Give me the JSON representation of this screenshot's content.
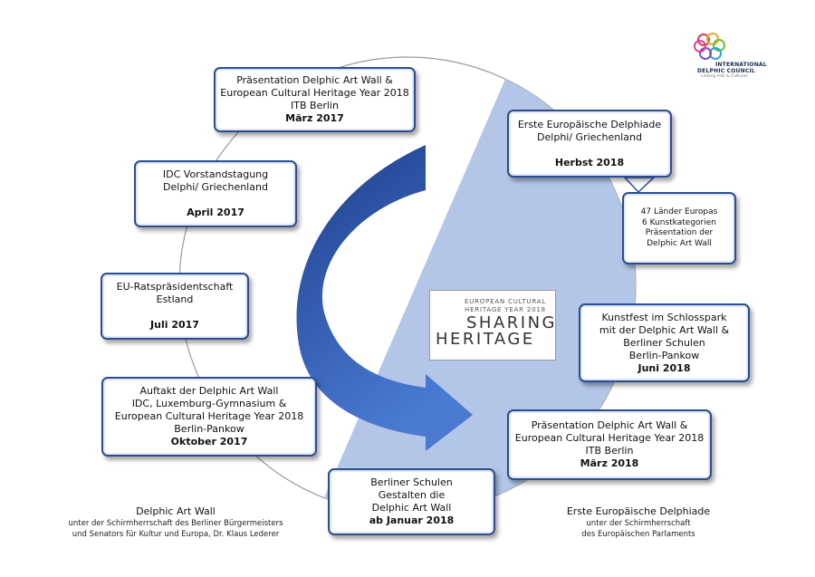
{
  "colors": {
    "circle": "#9a9a9a",
    "wedge": "#b3c6e8",
    "arrow_dark": "#1f3f8c",
    "arrow_light": "#4a7ad2",
    "box_border": "#2c4c90"
  },
  "logo": {
    "icon": "idc-rings-logo",
    "line1": "INTERNATIONAL",
    "line2": "DELPHIC COUNCIL",
    "tagline": "Linking Arts & Cultures"
  },
  "center_logo": {
    "line1": "EUROPEAN CULTURAL",
    "line2": "HERITAGE YEAR 2018",
    "line3": "SHARING",
    "line4": "HERITAGE"
  },
  "boxes": [
    {
      "lines": [
        "Präsentation Delphic Art Wall &",
        "European Cultural Heritage Year 2018",
        "ITB Berlin"
      ],
      "date": "März 2017"
    },
    {
      "lines": [
        "IDC Vorstandstagung",
        "Delphi/ Griechenland"
      ],
      "date": "April 2017"
    },
    {
      "lines": [
        "EU-Ratspräsidentschaft",
        "Estland"
      ],
      "date": "Juli 2017"
    },
    {
      "lines": [
        "Auftakt der Delphic Art Wall",
        "IDC, Luxemburg-Gymnasium &",
        "European Cultural Heritage Year 2018",
        "Berlin-Pankow"
      ],
      "date": "Oktober 2017"
    },
    {
      "lines": [
        "Berliner Schulen",
        "Gestalten die",
        "Delphic Art Wall"
      ],
      "date": "ab Januar 2018"
    },
    {
      "lines": [
        "Präsentation Delphic Art Wall &",
        "European Cultural Heritage Year 2018",
        "ITB Berlin"
      ],
      "date": "März 2018"
    },
    {
      "lines": [
        "Kunstfest im Schlosspark",
        "mit der Delphic Art Wall &",
        "Berliner Schulen",
        "Berlin-Pankow"
      ],
      "date": "Juni 2018"
    },
    {
      "lines": [
        "Erste Europäische Delphiade",
        "Delphi/ Griechenland"
      ],
      "date": "Herbst 2018"
    }
  ],
  "callout": {
    "lines": [
      "47 Länder Europas",
      "6 Kunstkategorien",
      "Präsentation der",
      "Delphic Art Wall"
    ]
  },
  "notes": {
    "left": {
      "title": "Delphic Art Wall",
      "sub1": "unter der Schirmherrschaft des Berliner Bürgermeisters",
      "sub2": "und Senators für Kultur und Europa, Dr. Klaus Lederer"
    },
    "right": {
      "title": "Erste Europäische Delphiade",
      "sub1": "unter der Schirmherrschaft",
      "sub2": "des Europäischen Parlaments"
    }
  }
}
